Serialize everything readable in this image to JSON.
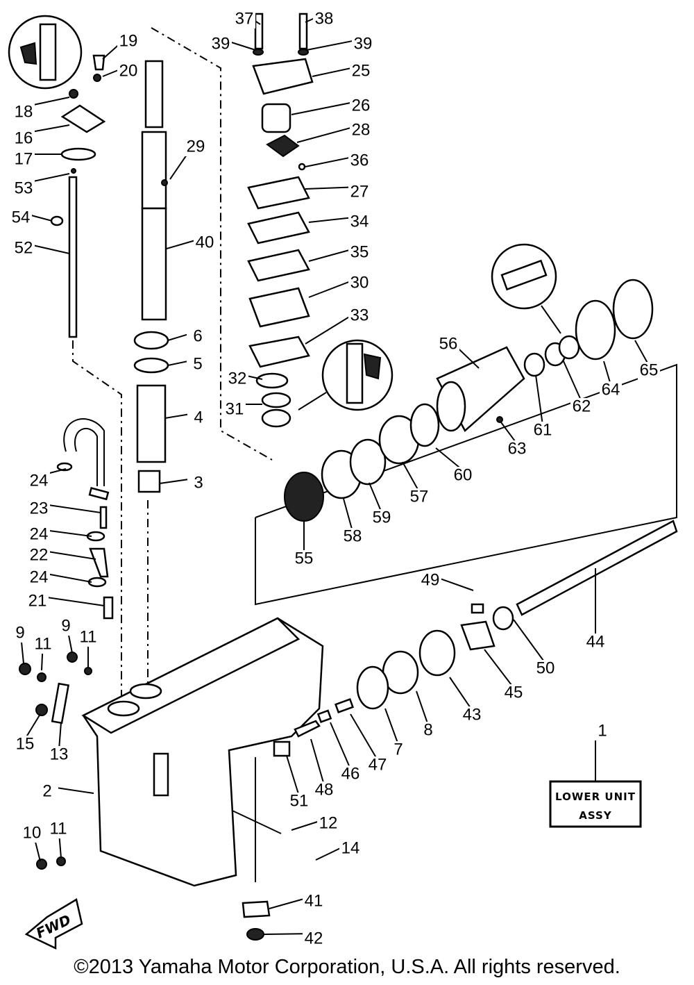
{
  "diagram": {
    "callouts": [
      {
        "label": "37"
      },
      {
        "label": "38"
      },
      {
        "label": "39"
      },
      {
        "label": "39"
      },
      {
        "label": "19"
      },
      {
        "label": "20"
      },
      {
        "label": "25"
      },
      {
        "label": "26"
      },
      {
        "label": "18"
      },
      {
        "label": "16"
      },
      {
        "label": "28"
      },
      {
        "label": "17"
      },
      {
        "label": "29"
      },
      {
        "label": "36"
      },
      {
        "label": "53"
      },
      {
        "label": "27"
      },
      {
        "label": "54"
      },
      {
        "label": "34"
      },
      {
        "label": "52"
      },
      {
        "label": "40"
      },
      {
        "label": "35"
      },
      {
        "label": "30"
      },
      {
        "label": "33"
      },
      {
        "label": "6"
      },
      {
        "label": "56"
      },
      {
        "label": "65"
      },
      {
        "label": "5"
      },
      {
        "label": "32"
      },
      {
        "label": "64"
      },
      {
        "label": "62"
      },
      {
        "label": "31"
      },
      {
        "label": "4"
      },
      {
        "label": "61"
      },
      {
        "label": "63"
      },
      {
        "label": "60"
      },
      {
        "label": "3"
      },
      {
        "label": "24"
      },
      {
        "label": "57"
      },
      {
        "label": "23"
      },
      {
        "label": "59"
      },
      {
        "label": "24"
      },
      {
        "label": "58"
      },
      {
        "label": "22"
      },
      {
        "label": "55"
      },
      {
        "label": "24"
      },
      {
        "label": "49"
      },
      {
        "label": "21"
      },
      {
        "label": "44"
      },
      {
        "label": "9"
      },
      {
        "label": "11"
      },
      {
        "label": "9"
      },
      {
        "label": "11"
      },
      {
        "label": "50"
      },
      {
        "label": "45"
      },
      {
        "label": "8"
      },
      {
        "label": "43"
      },
      {
        "label": "1"
      },
      {
        "label": "15"
      },
      {
        "label": "13"
      },
      {
        "label": "7"
      },
      {
        "label": "47"
      },
      {
        "label": "46"
      },
      {
        "label": "48"
      },
      {
        "label": "2"
      },
      {
        "label": "51"
      },
      {
        "label": "12"
      },
      {
        "label": "10"
      },
      {
        "label": "11"
      },
      {
        "label": "14"
      },
      {
        "label": "41"
      },
      {
        "label": "42"
      }
    ],
    "assembly_box": [
      "LOWER UNIT",
      "ASSY"
    ],
    "direction_arrow": "FWD"
  },
  "footer": {
    "copyright": "©2013 Yamaha Motor Corporation, U.S.A. All rights reserved."
  }
}
